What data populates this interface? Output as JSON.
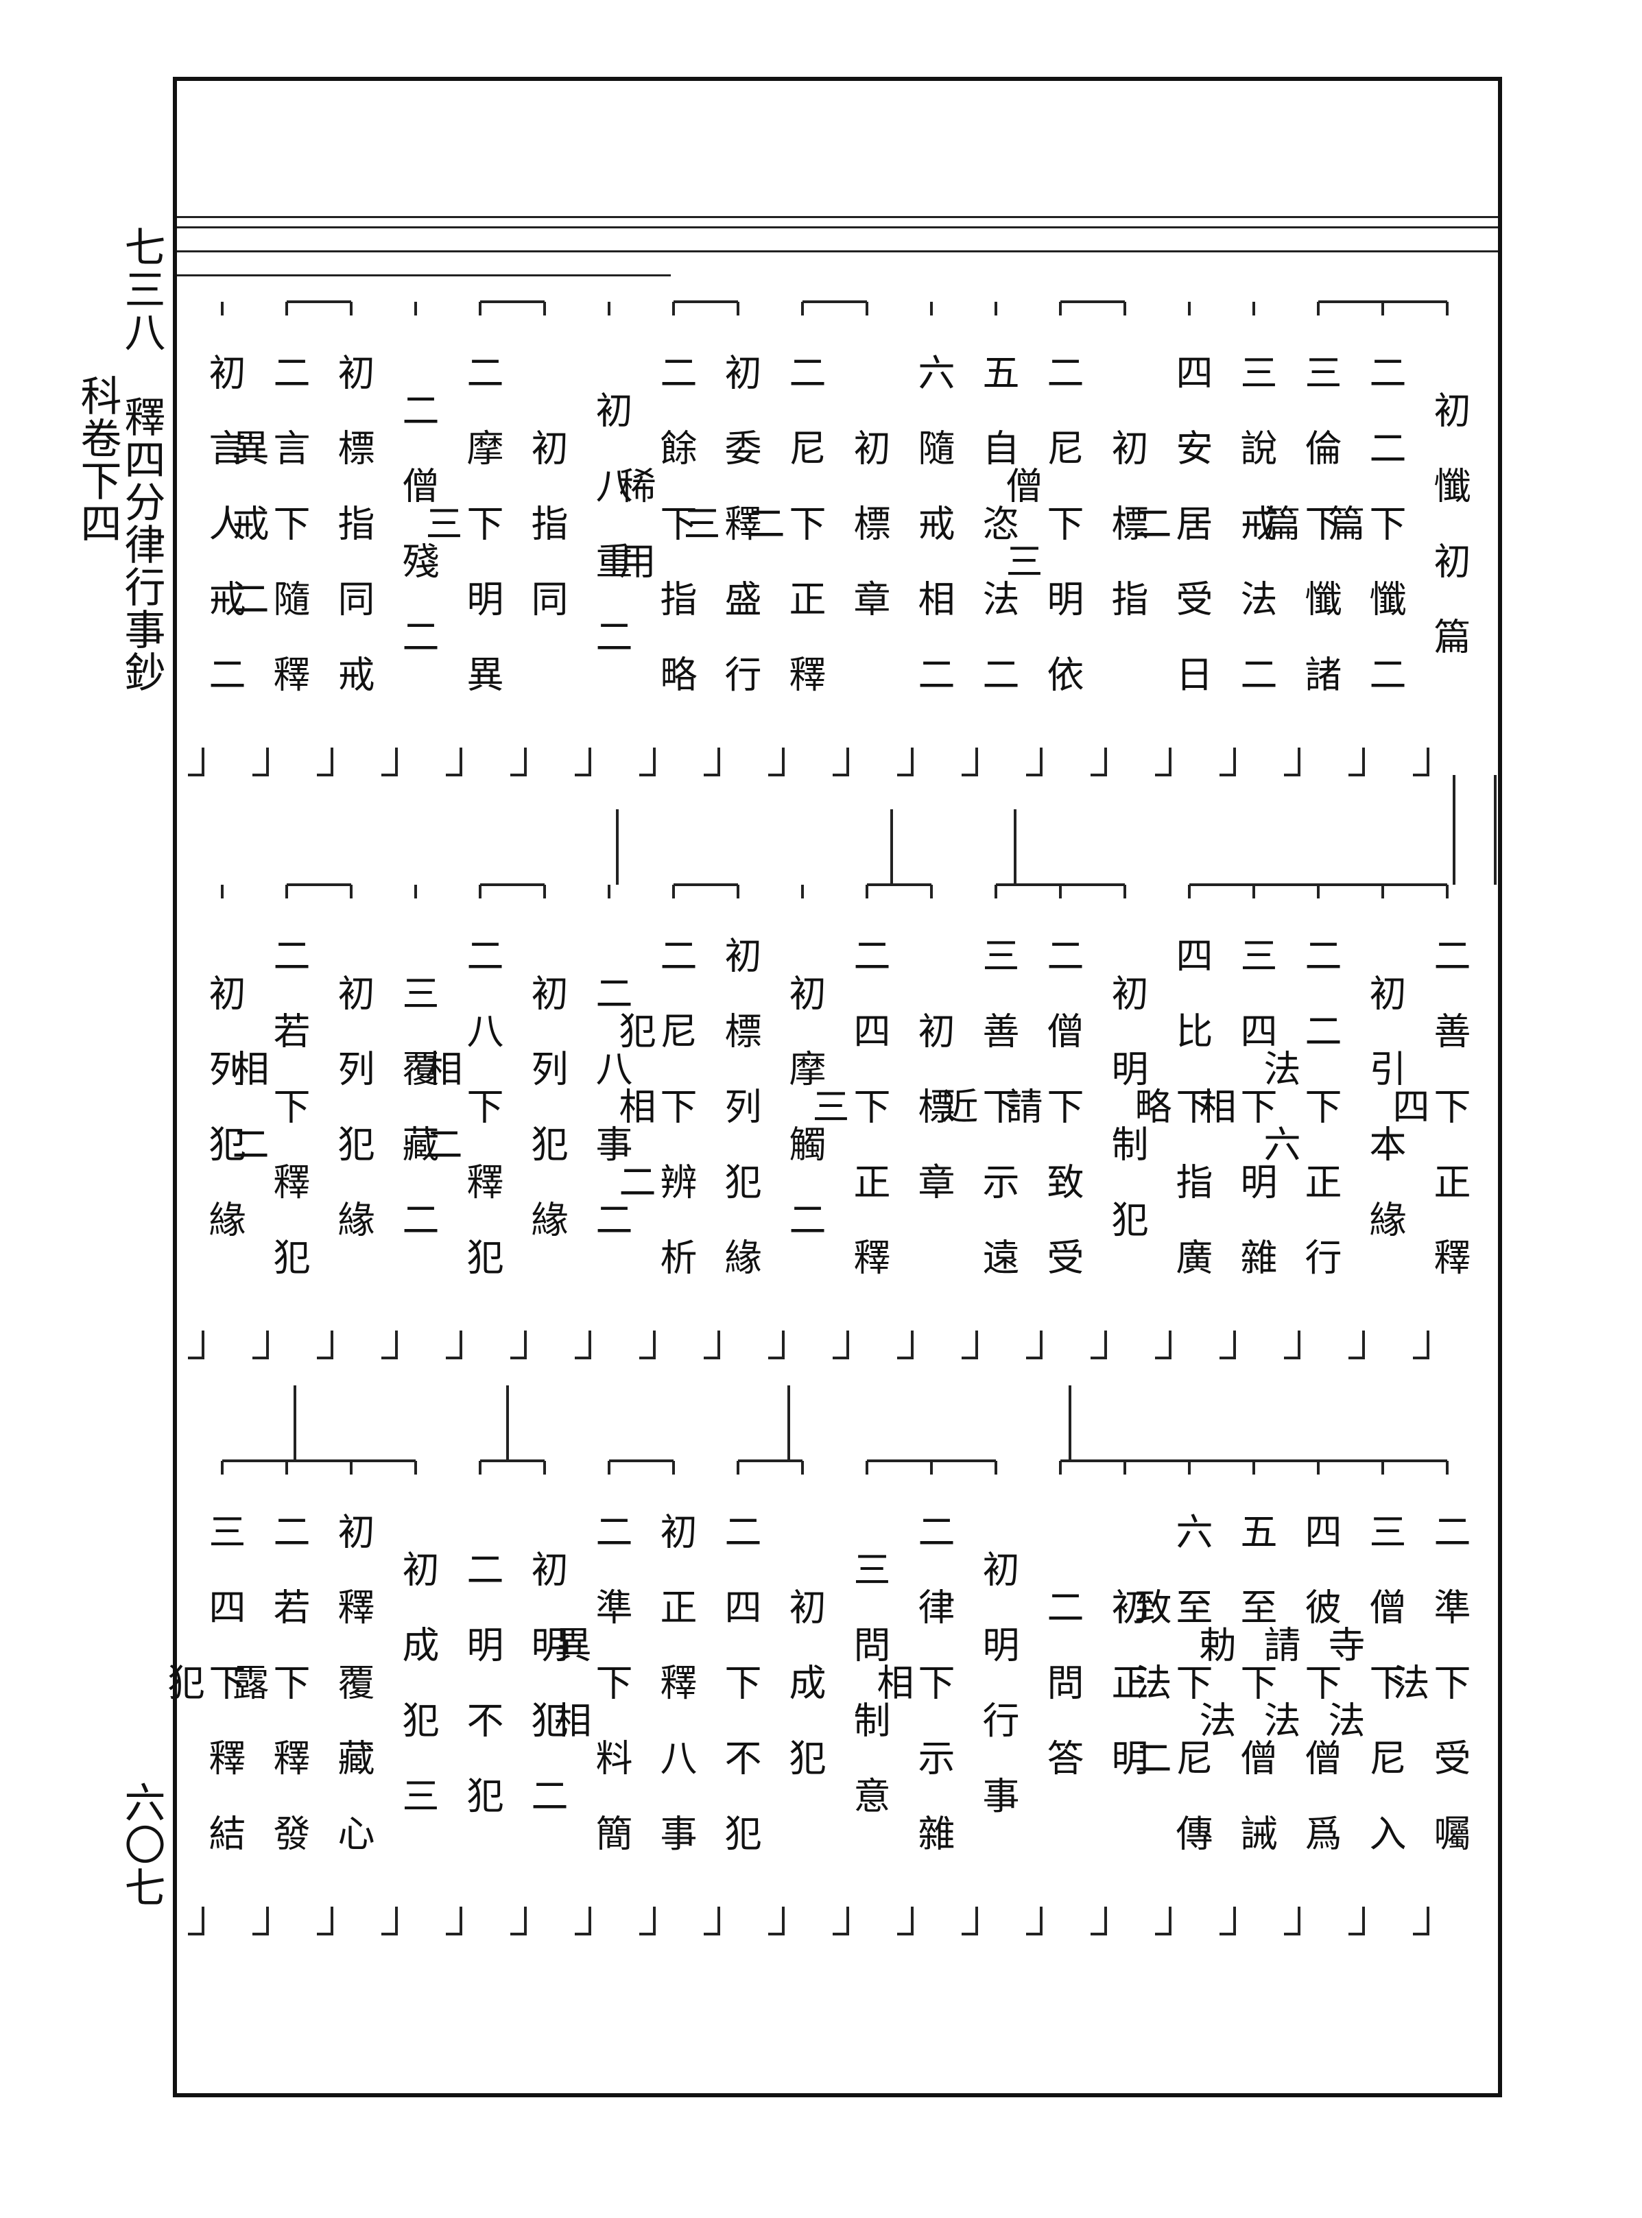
{
  "margin": {
    "page_header": "七三八　釋四分律行事鈔科卷下四",
    "page_number": "六〇七"
  },
  "rows": [
    {
      "entries": [
        "初懺初篇",
        "二二下懺二篇",
        "三倫下懺諸篇",
        "三說戒法二",
        "四安居受日二",
        "初標指",
        "二尼下明依僧三",
        "五自恣法二",
        "六隨戒相二",
        "初標章",
        "二尼下正釋二",
        "初委釋盛行三",
        "二餘下指略稀用",
        "初八重二",
        "初指同",
        "二摩下明異三",
        "二僧殘二",
        "初標指同戒",
        "二言下隨釋異戒二",
        "初言人戒二"
      ]
    },
    {
      "entries": [
        "二善下正釋四",
        "初引本緣",
        "二二下正行法六",
        "三四下明雜相",
        "四比下指廣略",
        "初明制犯",
        "二僧下致受請",
        "三善下示遠近",
        "初標章",
        "二四下正釋三",
        "初摩觸二",
        "初標列犯緣",
        "二尼下辨析犯相二",
        "二八事二",
        "初列犯緣",
        "二八下釋犯相二",
        "三覆藏二",
        "初列犯緣",
        "二若下釋犯相二",
        "初列犯緣"
      ]
    },
    {
      "entries": [
        "二準下受囑法",
        "三僧下尼入寺法",
        "四彼下僧爲請法",
        "五至下僧誡勅法",
        "六至下尼傳致法二",
        "初正明",
        "二問答",
        "初明行事",
        "二律下示雜相",
        "三問制意",
        "初成犯",
        "二四下不犯",
        "初正釋八事",
        "二準下料簡異相",
        "初明犯二",
        "二明不犯",
        "初成犯三",
        "初釋覆藏心",
        "二若下釋發露",
        "三四下釋結犯"
      ]
    }
  ]
}
